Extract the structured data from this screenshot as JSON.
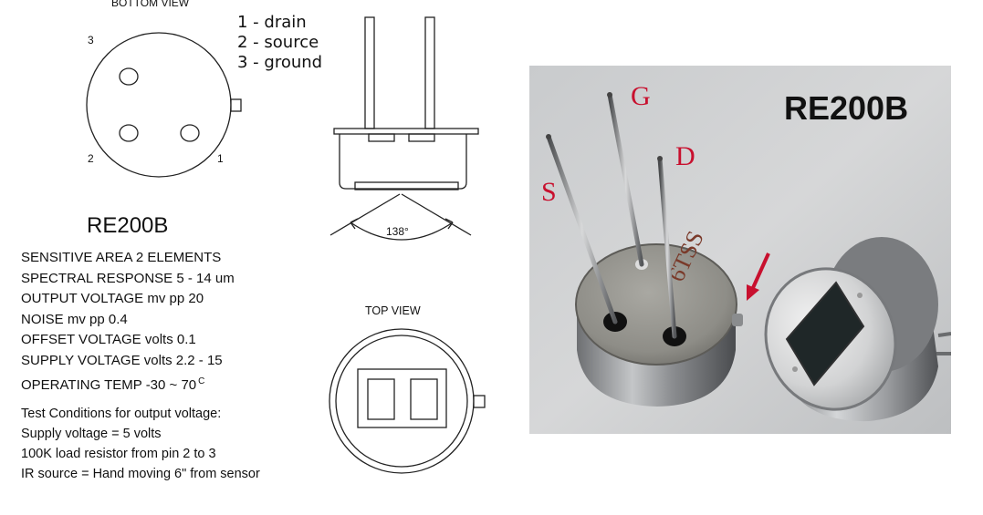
{
  "bottom_view": {
    "title": "BOTTOM VIEW",
    "pin_labels": [
      "3",
      "2",
      "1"
    ]
  },
  "pin_legend": [
    "1 - drain",
    "2 - source",
    "3 - ground"
  ],
  "side_view": {
    "angle_label": "138°"
  },
  "model_name": "RE200B",
  "specs": [
    "SENSITIVE AREA   2 ELEMENTS",
    "SPECTRAL RESPONSE  5 -  14 um",
    "OUTPUT VOLTAGE   mv pp 20",
    "NOISE mv pp  0.4",
    "OFFSET VOLTAGE  volts  0.1",
    "SUPPLY VOLTAGE volts  2.2 - 15",
    "OPERATING TEMP    -30 ~ 70"
  ],
  "temp_unit": "C",
  "test_conditions": [
    "Test Conditions for output voltage:",
    "Supply voltage = 5 volts",
    "100K load resistor from pin 2 to 3",
    "IR source = Hand moving 6\" from sensor"
  ],
  "top_view": {
    "title": "TOP VIEW"
  },
  "photo": {
    "model_label": "RE200B",
    "pin_letters": {
      "gate": "G",
      "drain": "D",
      "source": "S"
    },
    "package_marking": "6TSS",
    "label_color": "#c8102e"
  }
}
